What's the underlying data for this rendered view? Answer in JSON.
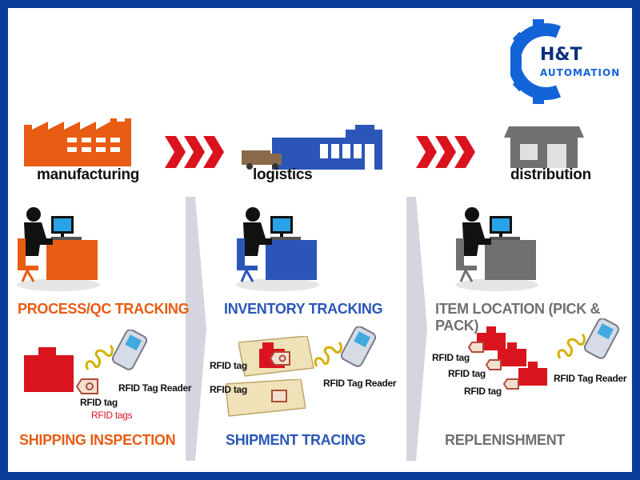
{
  "logo": {
    "title": "H&T",
    "subtitle": "AUTOMATION"
  },
  "colors": {
    "manufacturing": "#e85c14",
    "logistics": "#2b56b8",
    "distribution": "#707070",
    "chevron": "#d9141f",
    "tag_red": "#d9141f",
    "rfid_tags_label": "#d9141f",
    "border": "#0a3d9a"
  },
  "stages": {
    "manufacturing": "manufacturing",
    "logistics": "logistics",
    "distribution": "distribution"
  },
  "tracking": {
    "manufacturing_top": "PROCESS/QC TRACKING",
    "manufacturing_bottom": "SHIPPING INSPECTION",
    "logistics_top": "INVENTORY TRACKING",
    "logistics_bottom": "SHIPMENT TRACING",
    "distribution_top": "ITEM LOCATION (PICK & PACK)",
    "distribution_bottom": "REPLENISHMENT"
  },
  "labels": {
    "rfid_tag": "RFID tag",
    "rfid_tags": "RFID tags",
    "rfid_tag_reader": "RFID Tag Reader"
  }
}
